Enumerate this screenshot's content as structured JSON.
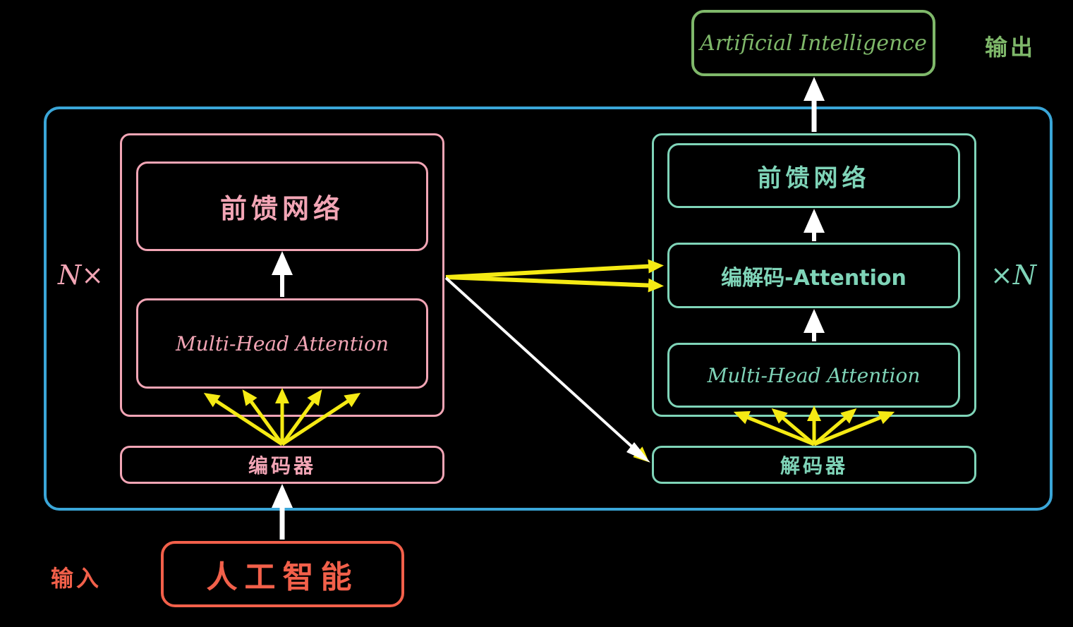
{
  "output": {
    "label": "输出",
    "text": "Artificial Intelligence"
  },
  "input": {
    "label": "输入",
    "text": "人工智能"
  },
  "encoder": {
    "repeat_label": "N×",
    "ffn_label": "前馈网络",
    "attention_label": "Multi-Head Attention",
    "embed_label": "编码器"
  },
  "decoder": {
    "repeat_label": "×N",
    "ffn_label": "前馈网络",
    "cross_attention_label": "编解码-Attention",
    "attention_label": "Multi-Head Attention",
    "embed_label": "解码器"
  },
  "colors": {
    "outer": "#3aa6d8",
    "encoder": "#f2a5b5",
    "decoder": "#7fd4b8",
    "output": "#7fb86a",
    "input": "#f2604a",
    "arrow": "#ffffff",
    "attention_arrow": "#f5ea14"
  }
}
